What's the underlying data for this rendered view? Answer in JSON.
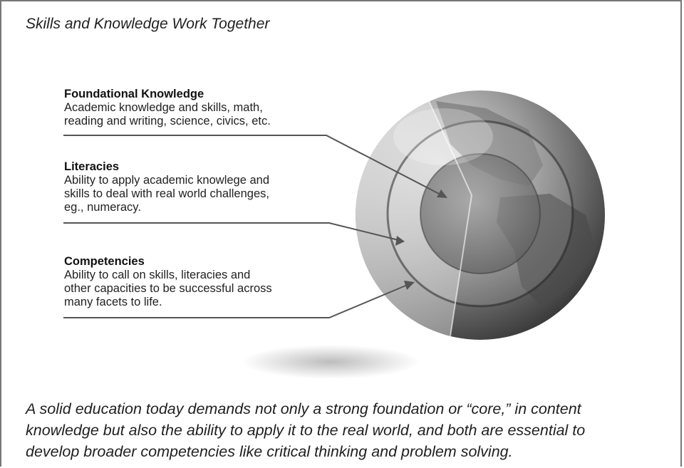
{
  "title": "Skills and Knowledge Work Together",
  "layers": [
    {
      "id": "foundational",
      "heading": "Foundational Knowledge",
      "lines": [
        "Academic knowledge and skills, math,",
        "reading and writing, science, civics, etc."
      ]
    },
    {
      "id": "literacies",
      "heading": "Literacies",
      "lines": [
        "Ability to apply academic knowlege and",
        "skills to deal with real world challenges,",
        "eg., numeracy."
      ]
    },
    {
      "id": "competencies",
      "heading": "Competencies",
      "lines": [
        "Ability to call on skills, literacies and",
        "other capacities to be successful across",
        "many facets to life."
      ]
    }
  ],
  "caption": {
    "lines": [
      "A solid education today demands not only a strong foundation or “core,” in content",
      "knowledge but also the ability to apply it to the real world, and both are essential to",
      "develop broader competencies like critical thinking and problem solving."
    ]
  },
  "colors": {
    "globe_dark": "#3c3c3c",
    "globe_mid": "#8a8a8a",
    "globe_light": "#d0d0d0",
    "leader_line": "#555555",
    "frame": "#777777"
  }
}
